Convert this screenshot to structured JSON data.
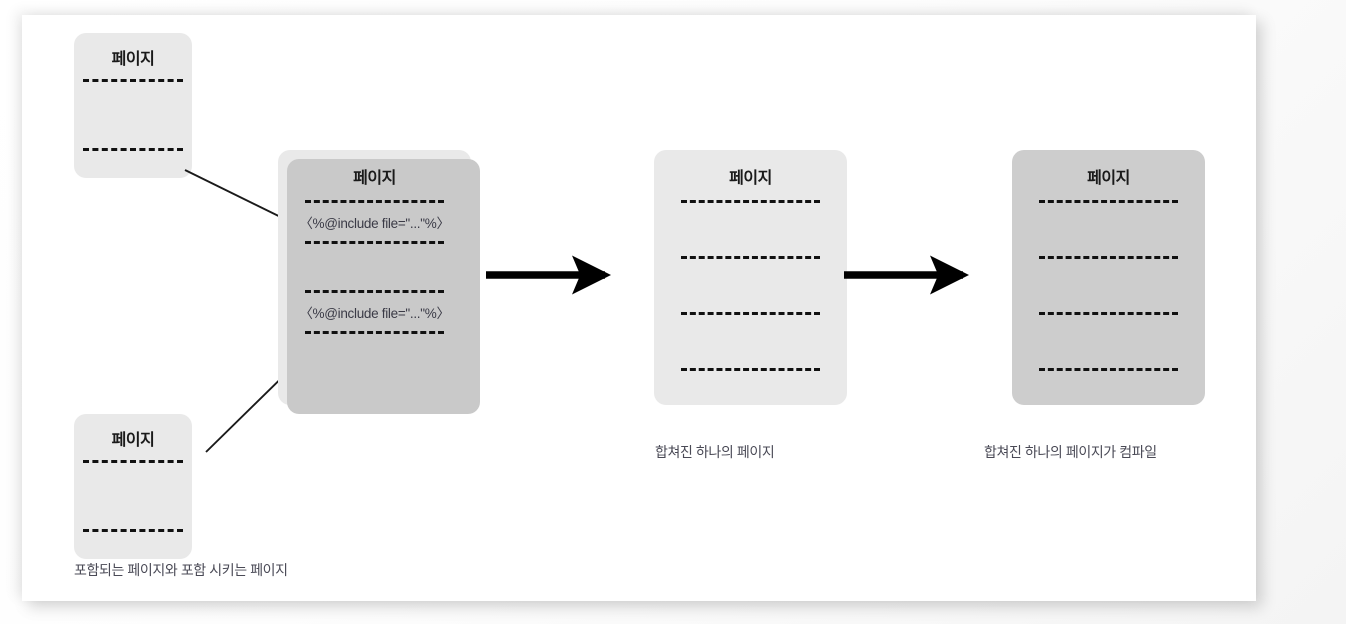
{
  "diagram": {
    "title_text": "페이지",
    "include_statement": "〈%@include file=\"...\"%〉",
    "colors": {
      "card_light": "#e9e9e9",
      "card_dark": "#cdcdcd",
      "card_shadow": "#c9c9c9",
      "dash": "#111111",
      "code_text": "#3a3a46",
      "caption_text": "#4a4a56",
      "paper": "#ffffff"
    },
    "cards": [
      {
        "id": "source-page-top",
        "title": "페이지",
        "variant": "light",
        "dash_lines": 2,
        "code_lines": []
      },
      {
        "id": "source-page-bottom",
        "title": "페이지",
        "variant": "light",
        "dash_lines": 2,
        "code_lines": []
      },
      {
        "id": "including-page",
        "title": "페이지",
        "variant": "light",
        "dash_lines": 4,
        "code_lines": [
          "〈%@include file=\"...\"%〉",
          "〈%@include file=\"...\"%〉"
        ]
      },
      {
        "id": "merged-page",
        "title": "페이지",
        "variant": "light",
        "dash_lines": 4,
        "code_lines": []
      },
      {
        "id": "compiled-page",
        "title": "페이지",
        "variant": "dark",
        "dash_lines": 4,
        "code_lines": []
      }
    ],
    "captions": {
      "merged": "합쳐진 하나의 페이지",
      "compiled": "합쳐진 하나의 페이지가 컴파일",
      "sources": "포함되는 페이지와 포함 시키는 페이지"
    },
    "arrows": [
      {
        "id": "include-arrow-top",
        "style": "thin",
        "from": "source-page-top",
        "to": "including-page"
      },
      {
        "id": "include-arrow-bottom",
        "style": "thin",
        "from": "source-page-bottom",
        "to": "including-page"
      },
      {
        "id": "merge-arrow",
        "style": "thick",
        "from": "including-page",
        "to": "merged-page"
      },
      {
        "id": "compile-arrow",
        "style": "thick",
        "from": "merged-page",
        "to": "compiled-page"
      }
    ]
  }
}
